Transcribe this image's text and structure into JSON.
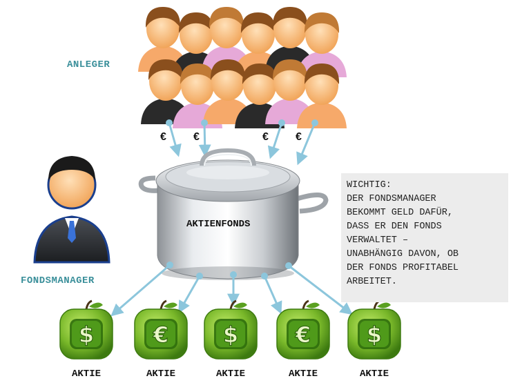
{
  "labels": {
    "investors": "ANLEGER",
    "fund_manager": "FONDSMANAGER",
    "fund": "AKTIENFONDS"
  },
  "euro_symbols": [
    "€",
    "€",
    "€",
    "€"
  ],
  "stocks": [
    {
      "label": "AKTIE",
      "symbol": "$"
    },
    {
      "label": "AKTIE",
      "symbol": "€"
    },
    {
      "label": "AKTIE",
      "symbol": "$"
    },
    {
      "label": "AKTIE",
      "symbol": "€"
    },
    {
      "label": "AKTIE",
      "symbol": "$"
    }
  ],
  "note": {
    "lines": [
      "WICHTIG:",
      "DER FONDSMANAGER",
      "BEKOMMT GELD DAFÜR,",
      "DASS ER DEN FONDS",
      "VERWALTET –",
      "UNABHÄNGIG DAVON, OB",
      "DER FONDS PROFITABEL",
      "ARBEITET."
    ]
  },
  "colors": {
    "label_teal": "#3a8f9a",
    "arrow": "#8cc6dc",
    "stock_green": "#79b82a",
    "note_bg": "#ececec"
  },
  "icons": {
    "investor": "person-avatar-icon",
    "manager": "businessman-icon",
    "fund": "cooking-pot-icon",
    "stock": "green-apple-currency-icon"
  }
}
